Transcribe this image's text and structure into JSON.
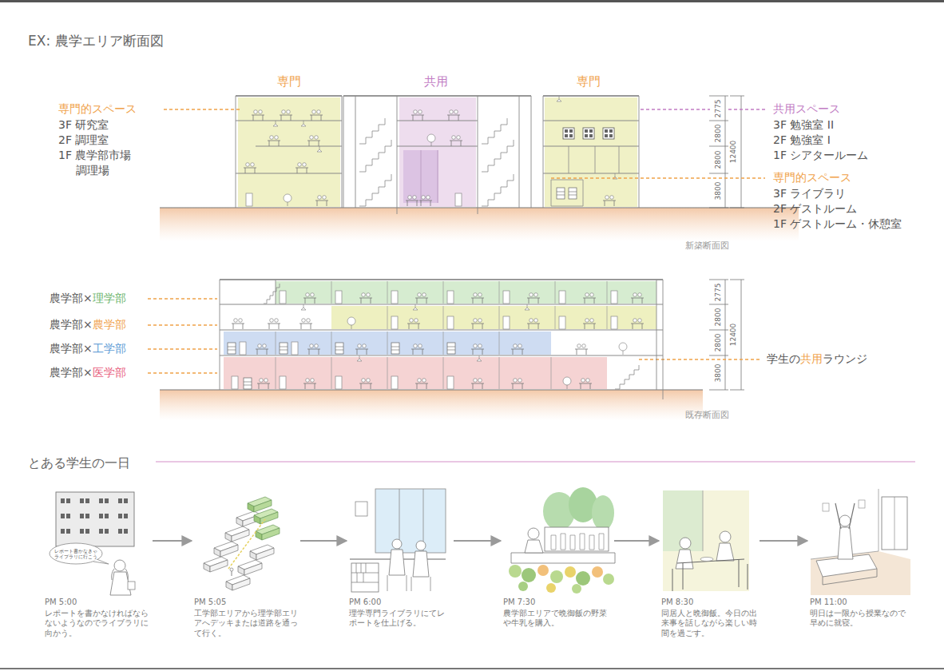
{
  "diagram": {
    "title": "EX: 農学エリア断面図",
    "nodes": [
      {
        "text": [
          "PM 5:00",
          "レポートを書かなければならないようなのでライブラリに向かう。"
        ]
      },
      {
        "text": [
          "PM 5:05",
          "工学部エリアから理学部エリアへデッキまたは道路を通って行く。"
        ]
      },
      {
        "text": [
          "PM 6:00",
          "理学専門ライブラリにてレポートを仕上げる。"
        ]
      },
      {
        "text": [
          "PM 7:30",
          "農学部エリアで晩御飯の野菜や牛乳を購入。"
        ]
      },
      {
        "text": [
          "PM 8:30",
          "同居人と晩御飯。今日の出来事を話しながら楽しい時間を過ごす。"
        ]
      },
      {
        "text": [
          "PM 11:00",
          "明日は一限から授業なので早めに就寝。"
        ]
      }
    ],
    "edges": [
      {
        "from": 0,
        "to": 1,
        "arrow": "to"
      },
      {
        "from": 1,
        "to": 2,
        "arrow": "to"
      },
      {
        "from": 2,
        "to": 3,
        "arrow": "to"
      },
      {
        "from": 3,
        "to": 4,
        "arrow": "to"
      },
      {
        "from": 4,
        "to": 5,
        "arrow": "to"
      }
    ],
    "labels": [
      "専門",
      "共用",
      "専門",
      "専門的スペース",
      "3F 研究室",
      "2F 調理室",
      "1F 農学部市場",
      "調理場",
      "共用スペース",
      "3F 勉強室 II",
      "2F 勉強室 I",
      "1F シアタールーム",
      "専門的スペース",
      "3F ライブラリ",
      "2F ゲストルーム",
      "1F ゲストルーム・休憩室",
      "2775",
      "2800",
      "2800",
      "3800",
      "12400",
      "新築断面図",
      "農学部×理学部",
      "農学部×農学部",
      "農学部×工学部",
      "農学部×医学部",
      "学生の共用ラウンジ",
      "2775",
      "2800",
      "2800",
      "3800",
      "12400",
      "既存断面図",
      "とある学生の一日",
      "レポート書かなきゃ ライブラリに行こう"
    ]
  }
}
